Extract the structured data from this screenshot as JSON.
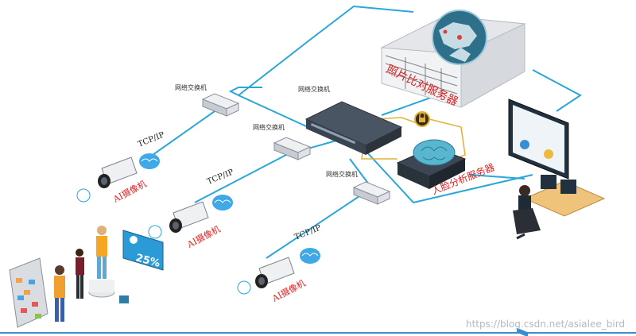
{
  "labels": {
    "photo_compare_server": "照片比对服务器",
    "face_analysis_server": "人脸分析服务器",
    "switch_main": "网络交换机",
    "switch_1": "网络交换机",
    "switch_2": "网络交换机",
    "switch_3": "网络交换机",
    "tcp_1": "TCP/IP",
    "tcp_2": "TCP/IP",
    "tcp_3": "TCP/IP",
    "camera_1": "AI摄像机",
    "camera_2": "AI摄像机",
    "camera_3": "AI摄像机",
    "sale_percent": "25%",
    "watermark": "https://blog.csdn.net/asialee_bird"
  },
  "colors": {
    "line": "#2aa6d8",
    "gold_line": "#e2b33a",
    "label_red": "#e02020",
    "bottom_rule": "#3a8ccf"
  },
  "icons": [
    "server-icon",
    "globe-icon",
    "network-switch-icon",
    "camera-icon",
    "brain-icon",
    "monitor-icon",
    "operator-icon",
    "shopper-icon",
    "shelf-icon",
    "lock-icon",
    "sale-screen-icon"
  ]
}
